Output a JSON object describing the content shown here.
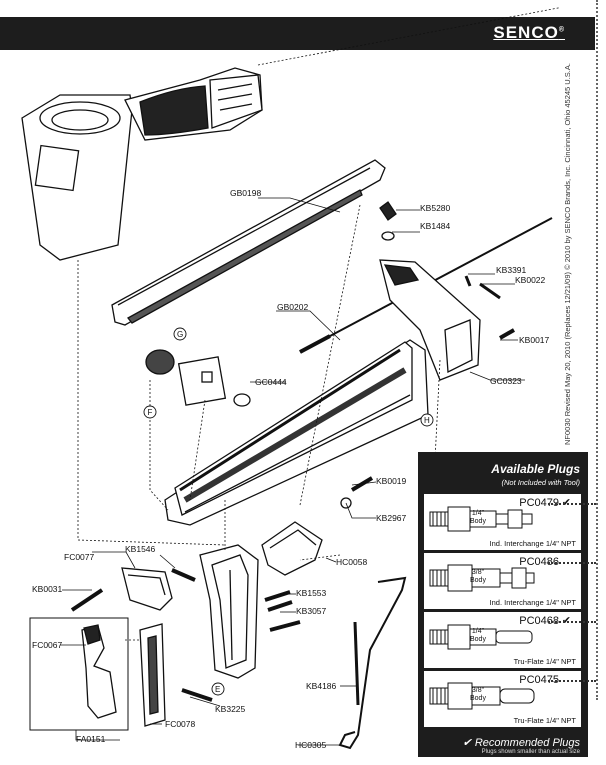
{
  "brand": "SENCO",
  "side_note": "NF0030 Revised May 20, 2010 (Replaces 12/21/09)   © 2010 by SENCO Brands, Inc. Cincinnati, Ohio 45245 U.S.A.",
  "part_labels": {
    "GB0198": "GB0198",
    "KB5280": "KB5280",
    "KB1484": "KB1484",
    "KB3391": "KB3391",
    "KB0022": "KB0022",
    "GB0202": "GB0202",
    "KB0017": "KB0017",
    "GC0444": "GC0444",
    "GC0323": "GC0323",
    "KB0019": "KB0019",
    "KB2967": "KB2967",
    "KB1546": "KB1546",
    "FC0077": "FC0077",
    "HC0058": "HC0058",
    "KB0031": "KB0031",
    "KB1553": "KB1553",
    "KB3057": "KB3057",
    "FC0067": "FC0067",
    "KB4186": "KB4186",
    "KB3225": "KB3225",
    "FC0078": "FC0078",
    "FA0151": "FA0151",
    "HC0305": "HC0305"
  },
  "callouts": {
    "G": "G",
    "F": "F",
    "H": "H",
    "E": "E"
  },
  "plugs": {
    "title": "Available Plugs",
    "subtitle": "(Not Included with Tool)",
    "items": [
      {
        "code": "PC0479",
        "recommended": "✔",
        "body": "1/4\"",
        "body_word": "Body",
        "desc": "Ind. Interchange 1/4\" NPT"
      },
      {
        "code": "PC0486",
        "recommended": "",
        "body": "3/8\"",
        "body_word": "Body",
        "desc": "Ind. Interchange 1/4\" NPT"
      },
      {
        "code": "PC0468",
        "recommended": "✔",
        "body": "1/4\"",
        "body_word": "Body",
        "desc": "Tru-Flate 1/4\" NPT"
      },
      {
        "code": "PC0475",
        "recommended": "",
        "body": "3/8\"",
        "body_word": "Body",
        "desc": "Tru-Flate 1/4\" NPT"
      }
    ],
    "footer": "✔ Recommended Plugs",
    "footer_note": "Plugs shown smaller than actual size"
  }
}
